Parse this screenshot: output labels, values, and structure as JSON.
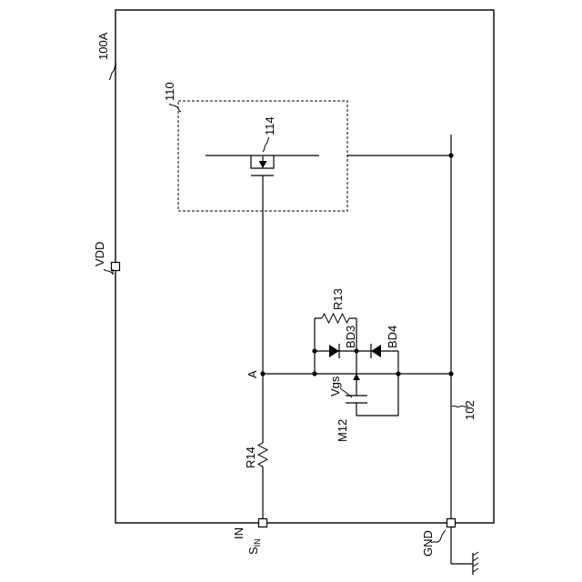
{
  "labels": {
    "chip": "100A",
    "block": "110",
    "transistor_main": "114",
    "vdd": "VDD",
    "node_a": "A",
    "resistor_r13": "R13",
    "diode_bd3": "BD3",
    "diode_bd4": "BD4",
    "vgs": "Vgs",
    "mosfet_m12": "M12",
    "resistor_r14": "R14",
    "ground_line": "102",
    "in_pin": "IN",
    "signal_in": "S",
    "signal_in_sub": "IN",
    "gnd_pin": "GND"
  }
}
